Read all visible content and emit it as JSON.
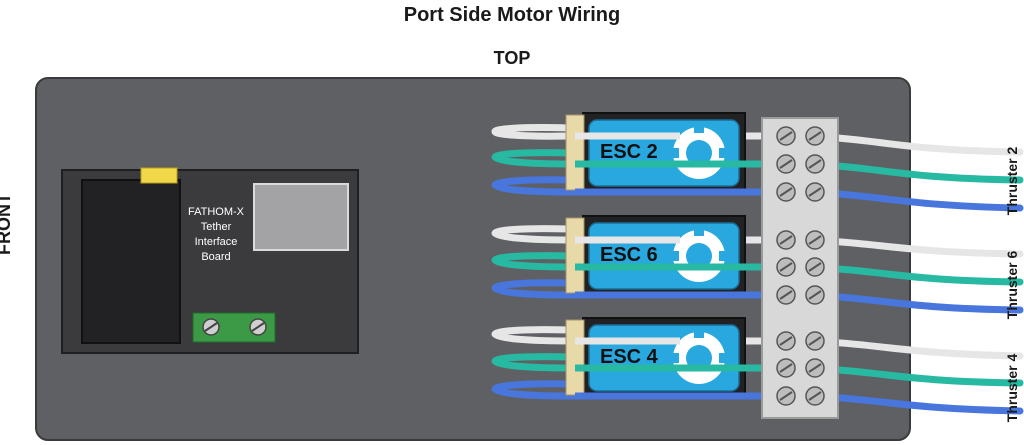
{
  "title": "Port Side Motor Wiring",
  "orientation": {
    "top": "TOP",
    "front": "FRONT"
  },
  "board": {
    "line1": "FATHOM-X",
    "line2": "Tether",
    "line3": "Interface",
    "line4": "Board"
  },
  "escs": [
    {
      "label": "ESC 2"
    },
    {
      "label": "ESC 6"
    },
    {
      "label": "ESC 4"
    }
  ],
  "thrusters": [
    {
      "label": "Thruster 2"
    },
    {
      "label": "Thruster 6"
    },
    {
      "label": "Thruster 4"
    }
  ],
  "colors": {
    "enclosure": "#5f6064",
    "board": "#3b3b3d",
    "esc": "#29a8e0",
    "wire_white": "#e6e6e6",
    "wire_green": "#27b9a2",
    "wire_blue": "#4876dc",
    "terminal_block": "#d8d8d8",
    "connector": "#f0d84a",
    "header": "#e8d9a8"
  },
  "icons": [
    "screw-terminal-icon",
    "esc-logo-icon"
  ]
}
